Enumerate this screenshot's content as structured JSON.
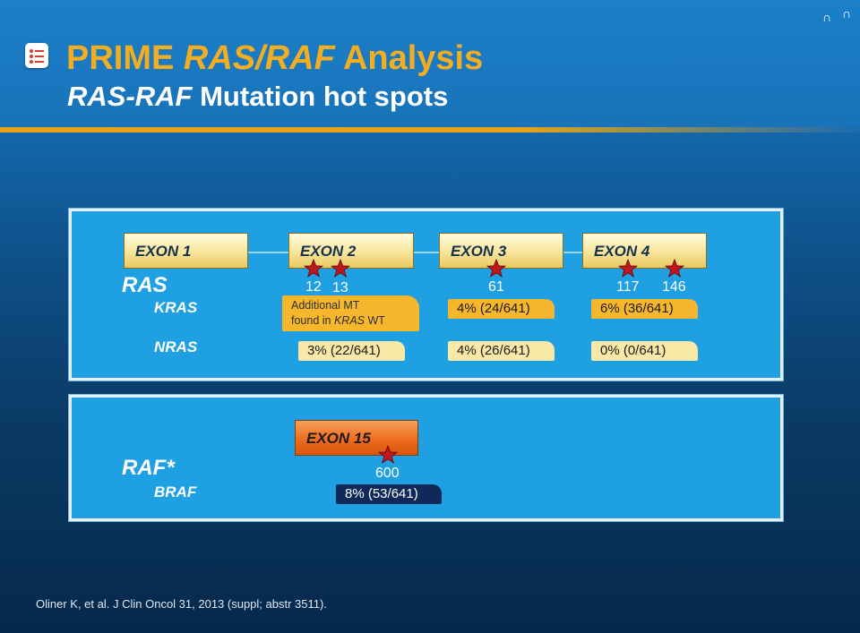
{
  "header": {
    "title_prefix": "PRIME ",
    "title_italic": "RAS/RAF",
    "title_suffix": " Analysis",
    "subtitle_italic": "RAS-RAF",
    "subtitle_rest": " Mutation hot spots",
    "nav_left_glyph": "∩",
    "nav_right_glyph": "∩"
  },
  "ras_panel": {
    "gene_group": "RAS",
    "exons": [
      "EXON 1",
      "EXON 2",
      "EXON 3",
      "EXON 4"
    ],
    "codons": [
      "12",
      "13",
      "61",
      "117",
      "146"
    ],
    "kras": {
      "label": "KRAS",
      "note_line1": "Additional MT",
      "note_line2a": "found in ",
      "note_line2b": "KRAS",
      "note_line2c": " WT",
      "exon3": "4% (24/641)",
      "exon4": "6% (36/641)"
    },
    "nras": {
      "label": "NRAS",
      "exon2": "3% (22/641)",
      "exon3": "4% (26/641)",
      "exon4": "0% (0/641)"
    }
  },
  "raf_panel": {
    "gene_group": "RAF*",
    "exon": "EXON 15",
    "codon": "600",
    "braf": {
      "label": "BRAF",
      "value": "8% (53/641)"
    }
  },
  "citation": "Oliner K, et al. J Clin Oncol 31, 2013 (suppl; abstr 3511).",
  "colors": {
    "title": "#f2ad22",
    "panel": "#1fa0e3",
    "star": "#c0161d",
    "exon_yellow": "#f7e59a",
    "exon_orange": "#ee6d1d"
  }
}
